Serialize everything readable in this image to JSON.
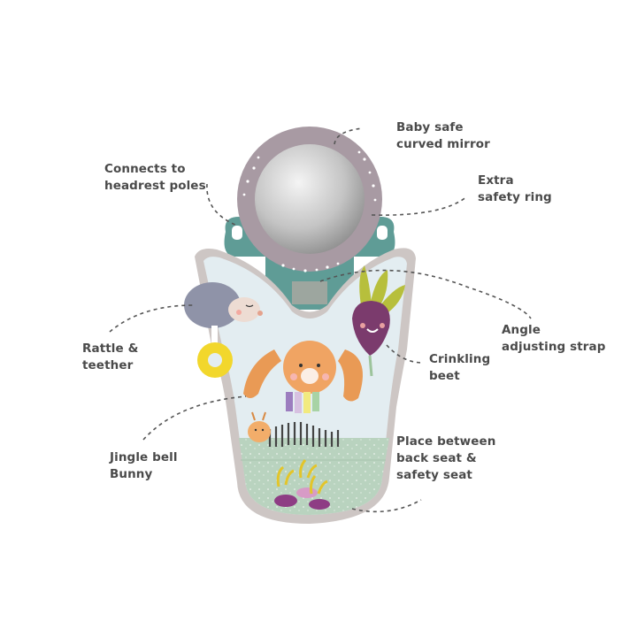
{
  "diagram": {
    "subject": "Baby car seat activity toy with mirror",
    "colors": {
      "text": "#4a4a4a",
      "callout_line": "#555555",
      "mirror_ring": "#a89aa3",
      "mirror_glass": "#bdbdbd",
      "headrest_clip": "#5f9c96",
      "panel_border": "#cdc6c4",
      "panel_sky": "#e3edf1",
      "panel_grass": "#b9d3bf",
      "hedgehog": "#8f93a8",
      "teether": "#f2d72c",
      "bunny": "#e99a55",
      "beet": "#7b3b6d",
      "beet_leaves": "#b7bf3c"
    },
    "callouts": [
      {
        "id": "mirror",
        "lines": [
          "Baby safe",
          "curved mirror"
        ]
      },
      {
        "id": "headrest",
        "lines": [
          "Connects to",
          "headrest poles"
        ]
      },
      {
        "id": "ring",
        "lines": [
          "Extra",
          "safety ring"
        ]
      },
      {
        "id": "strap",
        "lines": [
          "Angle",
          "adjusting strap"
        ]
      },
      {
        "id": "rattle",
        "lines": [
          "Rattle &",
          "teether"
        ]
      },
      {
        "id": "beet",
        "lines": [
          "Crinkling",
          "beet"
        ]
      },
      {
        "id": "bunny",
        "lines": [
          "Jingle bell",
          "Bunny"
        ]
      },
      {
        "id": "placement",
        "lines": [
          "Place between",
          "back seat &",
          "safety seat"
        ]
      }
    ]
  }
}
